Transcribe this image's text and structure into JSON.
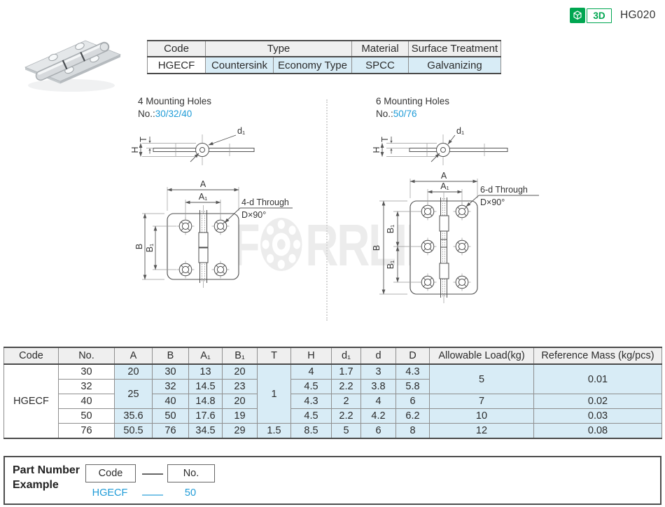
{
  "header": {
    "model_code": "HG020",
    "badge_3d_label": "3D"
  },
  "colors": {
    "accent_blue": "#1e9bd7",
    "table_cell_blue": "#d8ecf6",
    "header_gray": "#efefef",
    "badge_green": "#00a651"
  },
  "info_table": {
    "col_code": "Code",
    "col_type": "Type",
    "col_material": "Material",
    "col_surface": "Surface Treatment",
    "code": "HGECF",
    "type_1": "Countersink",
    "type_2": "Economy Type",
    "material": "SPCC",
    "surface": "Galvanizing"
  },
  "diagram_left": {
    "title": "4 Mounting Holes",
    "no_prefix": "No.:",
    "no_values": "30/32/40",
    "callout_line1": "4-d Through",
    "callout_line2": "D×90°"
  },
  "diagram_right": {
    "title": "6 Mounting Holes",
    "no_prefix": "No.:",
    "no_values": "50/76",
    "callout_line1": "6-d Through",
    "callout_line2": "D×90°"
  },
  "dim_labels": {
    "A": "A",
    "A1": "A₁",
    "B": "B",
    "B1": "B₁",
    "T": "T",
    "H": "H",
    "d1": "d₁"
  },
  "watermark": {
    "part1": "F",
    "part2": "RRLIN"
  },
  "spec_table": {
    "headers": {
      "code": "Code",
      "no": "No.",
      "A": "A",
      "B": "B",
      "A1": "A₁",
      "B1": "B₁",
      "T": "T",
      "H": "H",
      "d1": "d₁",
      "d": "d",
      "D": "D",
      "load": "Allowable Load(kg)",
      "mass": "Reference Mass (kg/pcs)"
    },
    "code": "HGECF",
    "T_shared": "1",
    "load_30_32": "5",
    "mass_30_32": "0.01",
    "r30": {
      "no": "30",
      "A": "20",
      "B": "30",
      "A1": "13",
      "B1": "20",
      "H": "4",
      "d1": "1.7",
      "d": "3",
      "D": "4.3"
    },
    "r32": {
      "no": "32",
      "A": "25",
      "B": "32",
      "A1": "14.5",
      "B1": "23",
      "H": "4.5",
      "d1": "2.2",
      "d": "3.8",
      "D": "5.8"
    },
    "r40": {
      "no": "40",
      "B": "40",
      "A1": "14.8",
      "B1": "20",
      "H": "4.3",
      "d1": "2",
      "d": "4",
      "D": "6",
      "load": "7",
      "mass": "0.02"
    },
    "r50": {
      "no": "50",
      "A": "35.6",
      "B": "50",
      "A1": "17.6",
      "B1": "19",
      "H": "4.5",
      "d1": "2.2",
      "d": "4.2",
      "D": "6.2",
      "load": "10",
      "mass": "0.03"
    },
    "r76": {
      "no": "76",
      "A": "50.5",
      "B": "76",
      "A1": "34.5",
      "B1": "29",
      "T": "1.5",
      "H": "8.5",
      "d1": "5",
      "d": "6",
      "D": "8",
      "load": "12",
      "mass": "0.08"
    }
  },
  "part_number": {
    "section_title_line1": "Part Number",
    "section_title_line2": "Example",
    "code_box_label": "Code",
    "no_box_label": "No.",
    "separator": "—",
    "example_code": "HGECF",
    "example_no": "50"
  }
}
